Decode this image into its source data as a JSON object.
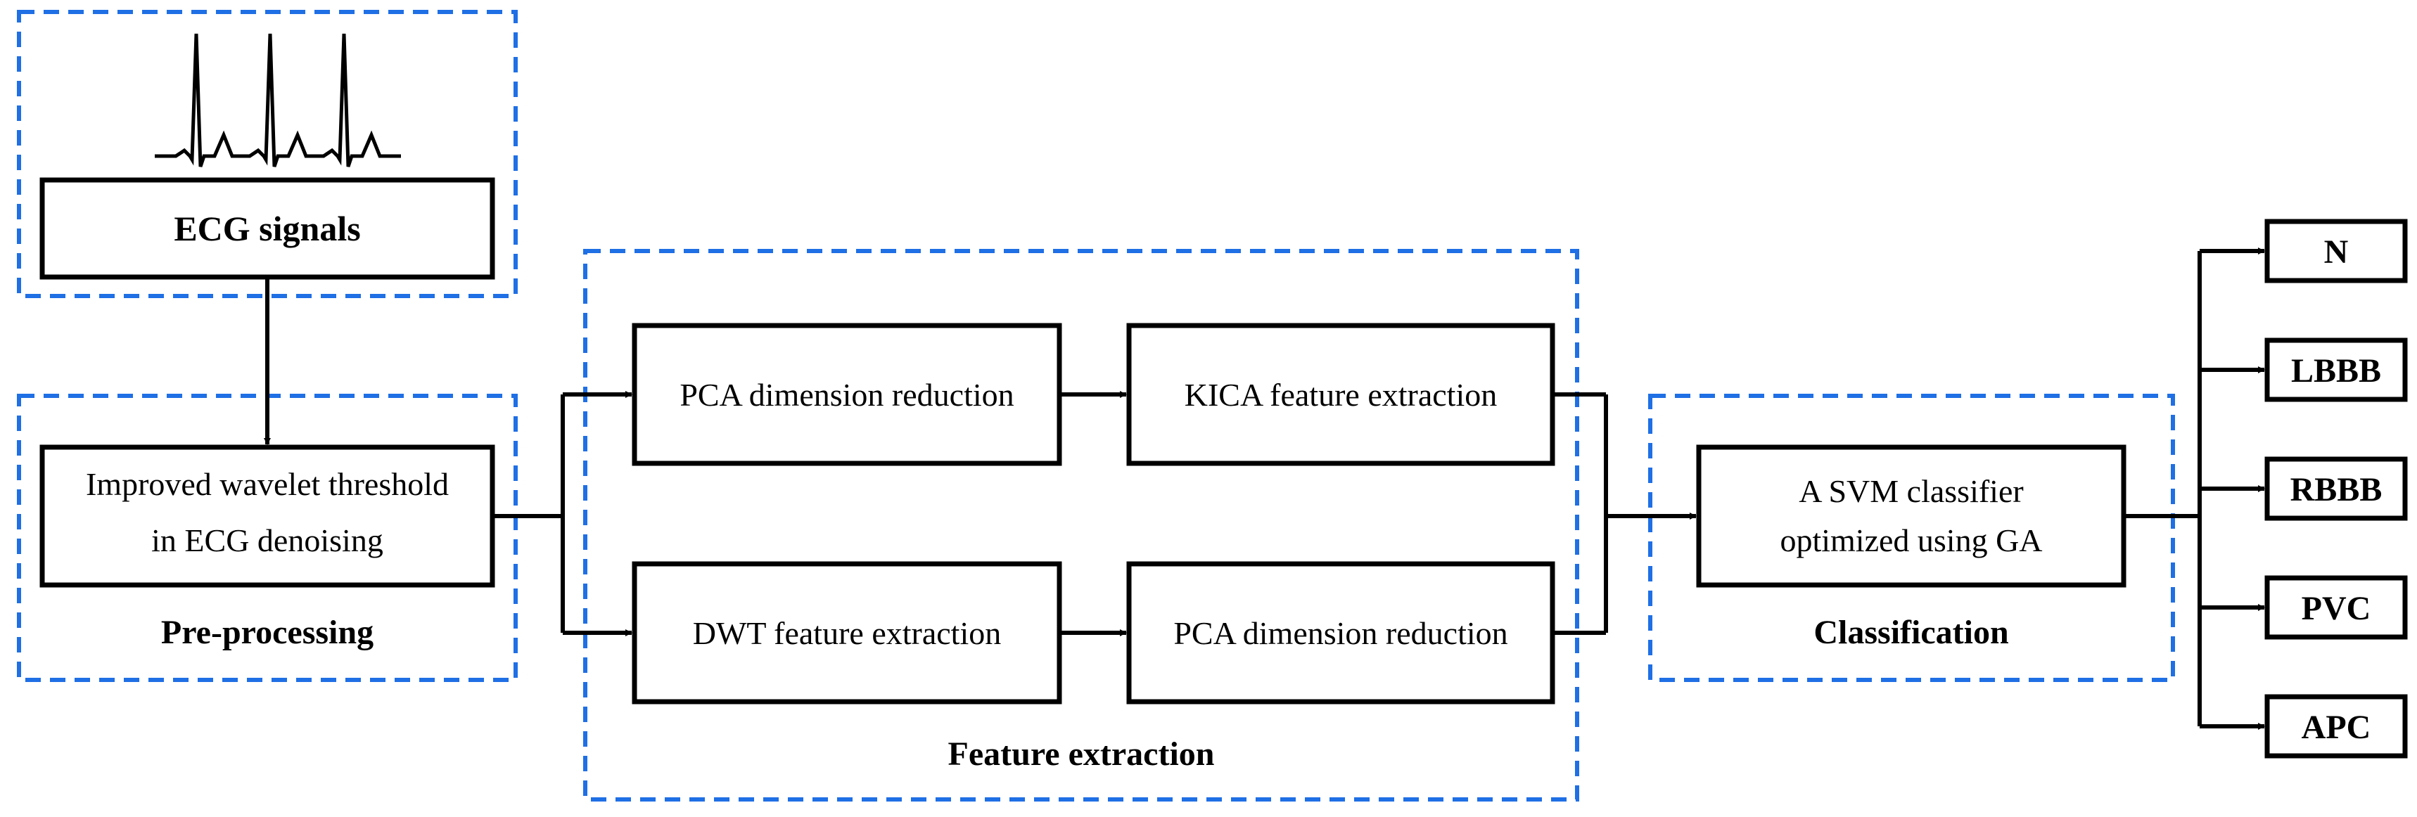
{
  "colors": {
    "group_border": "#1f6fe5",
    "box_border": "#000000",
    "line": "#000000"
  },
  "groups": {
    "input": "",
    "preprocessing": "Pre-processing",
    "feature_extraction": "Feature extraction",
    "classification": "Classification"
  },
  "boxes": {
    "ecg_signals": "ECG signals",
    "wavelet_line1": "Improved wavelet threshold",
    "wavelet_line2": "in ECG denoising",
    "pca_top": "PCA dimension reduction",
    "kica": "KICA feature extraction",
    "dwt": "DWT feature extraction",
    "pca_bottom": "PCA dimension reduction",
    "svm_line1": "A SVM classifier",
    "svm_line2": "optimized using GA"
  },
  "classes": [
    "N",
    "LBBB",
    "RBBB",
    "PVC",
    "APC"
  ]
}
